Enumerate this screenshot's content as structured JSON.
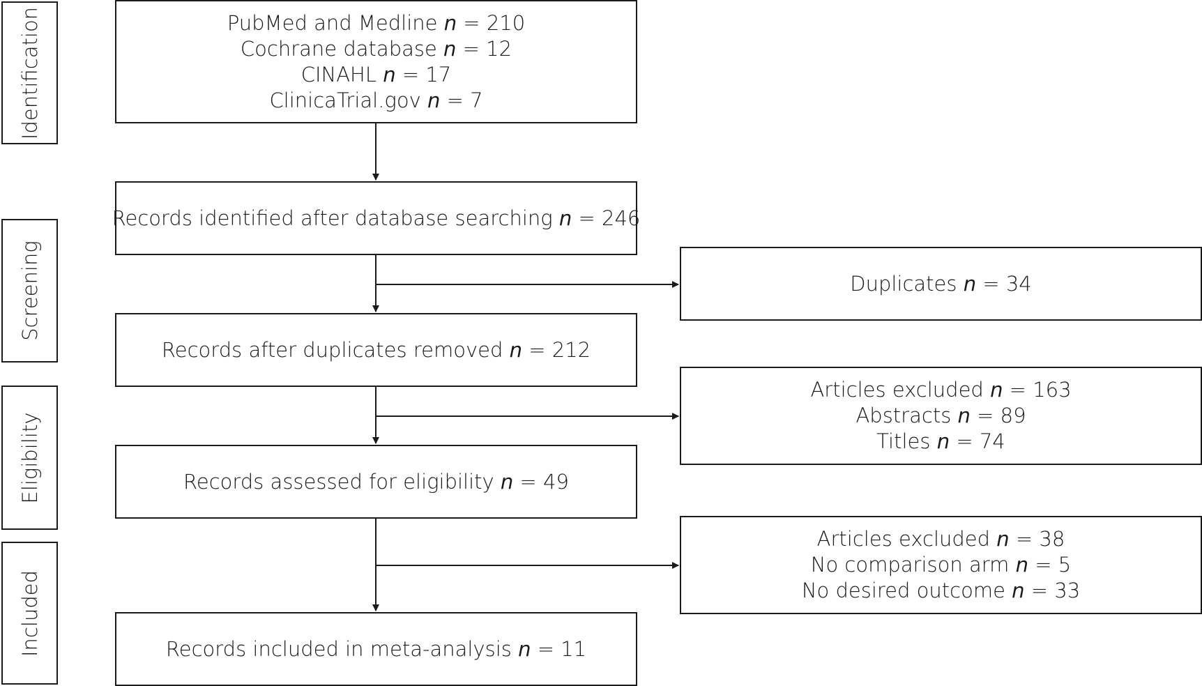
{
  "stages": {
    "identification": "Identification",
    "screening": "Screening",
    "eligibility": "Eligibility",
    "included": "Included"
  },
  "sources": [
    {
      "label": "PubMed and Medline",
      "n_symbol": "n",
      "n_text": " = 210"
    },
    {
      "label": "Cochrane database",
      "n_symbol": "n",
      "n_text": " = 12"
    },
    {
      "label": "CINAHL",
      "n_symbol": "n",
      "n_text": " = 17"
    },
    {
      "label": "ClinicaTrial.gov",
      "n_symbol": "n",
      "n_text": " = 7"
    }
  ],
  "identified": {
    "label": "Records identified after database searching",
    "n_symbol": "n",
    "n_text": " = 246"
  },
  "duplicates": {
    "label": "Duplicates",
    "n_symbol": "n",
    "n_text": " = 34"
  },
  "after_duplicates": {
    "label": "Records after duplicates removed",
    "n_symbol": "n",
    "n_text": " = 212"
  },
  "excluded_1": [
    {
      "label": "Articles excluded",
      "n_symbol": "n",
      "n_text": " = 163"
    },
    {
      "label": "Abstracts",
      "n_symbol": "n",
      "n_text": " = 89"
    },
    {
      "label": "Titles",
      "n_symbol": "n",
      "n_text": " = 74"
    }
  ],
  "assessed": {
    "label": "Records assessed for eligibility",
    "n_symbol": "n",
    "n_text": " = 49"
  },
  "excluded_2": [
    {
      "label": "Articles excluded",
      "n_symbol": "n",
      "n_text": " = 38"
    },
    {
      "label": "No comparison arm",
      "n_symbol": "n",
      "n_text": " = 5"
    },
    {
      "label": "No desired outcome",
      "n_symbol": "n",
      "n_text": " = 33"
    }
  ],
  "included": {
    "label": "Records included in meta-analysis",
    "n_symbol": "n",
    "n_text": " = 11"
  }
}
